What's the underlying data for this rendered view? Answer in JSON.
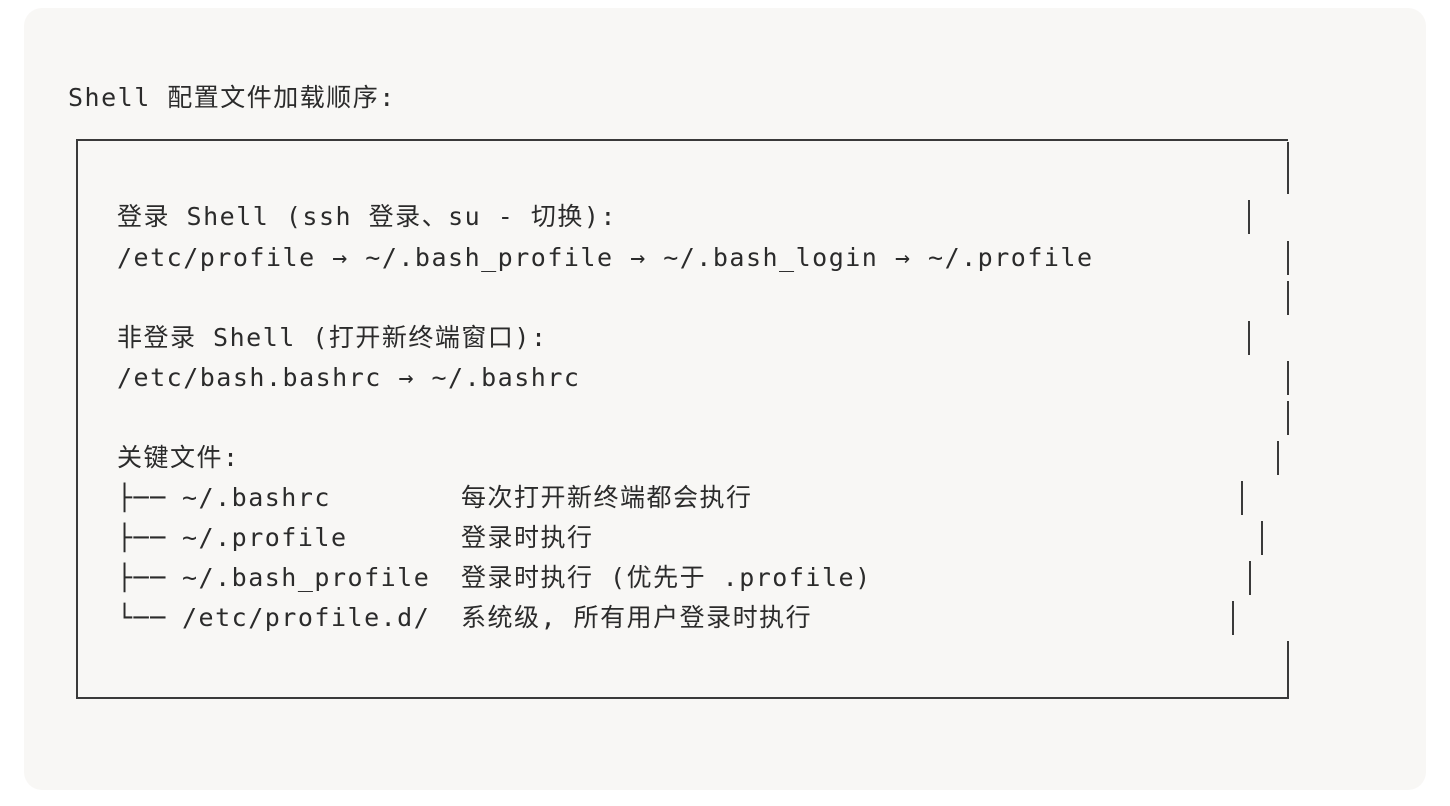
{
  "title": "Shell 配置文件加载顺序:",
  "login": {
    "heading": "登录 Shell (ssh 登录、su - 切换):",
    "chain": "/etc/profile → ~/.bash_profile → ~/.bash_login → ~/.profile"
  },
  "nonlogin": {
    "heading": "非登录 Shell (打开新终端窗口):",
    "chain": "/etc/bash.bashrc → ~/.bashrc"
  },
  "key_files": {
    "heading": "关键文件:",
    "items": [
      {
        "branch": "├──",
        "file": "~/.bashrc",
        "desc": "每次打开新终端都会执行"
      },
      {
        "branch": "├──",
        "file": "~/.profile",
        "desc": "登录时执行"
      },
      {
        "branch": "├──",
        "file": "~/.bash_profile",
        "desc": "登录时执行 (优先于 .profile)"
      },
      {
        "branch": "└──",
        "file": "/etc/profile.d/",
        "desc": "系统级, 所有用户登录时执行"
      }
    ]
  }
}
